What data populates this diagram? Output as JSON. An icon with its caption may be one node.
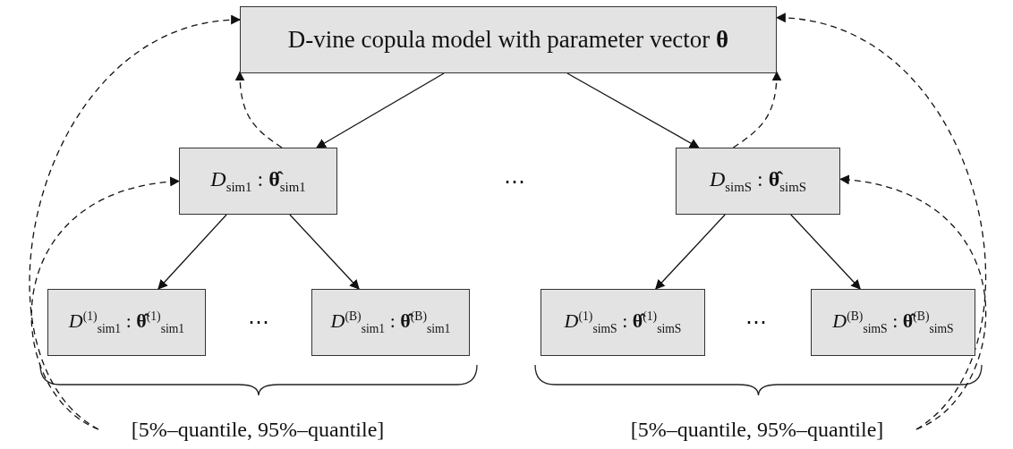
{
  "diagram": {
    "nodes": [
      {
        "text": [
          "D-vine copula model with parameter vector **θ**"
        ]
      },
      {
        "text": [
          "*D*$_{sim1}$ : **θ̂**$_{sim1}$"
        ]
      },
      {
        "text": [
          "*D*$_{simS}$ : **θ̂**$_{simS}$"
        ]
      },
      {
        "text": [
          "*D*$^{(1)}$$_{sim1}$ : **θ̂**$^{(1)}$$_{sim1}$"
        ]
      },
      {
        "text": [
          "*D*$^{(B)}$$_{sim1}$ : **θ̂**$^{(B)}$$_{sim1}$"
        ]
      },
      {
        "text": [
          "*D*$^{(1)}$$_{simS}$ : **θ̂**$^{(1)}$$_{simS}$"
        ]
      },
      {
        "text": [
          "*D*$^{(B)}$$_{simS}$ : **θ̂**$^{(B)}$$_{simS}$"
        ]
      },
      {
        "text": [
          "[5%–quantile, 95%–quantile]"
        ]
      },
      {
        "text": [
          "[5%–quantile, 95%–quantile]"
        ]
      }
    ],
    "edges": [
      {
        "from": 0,
        "to": 1,
        "arrow": "to"
      },
      {
        "from": 0,
        "to": 2,
        "arrow": "to"
      },
      {
        "from": 1,
        "to": 3,
        "arrow": "to"
      },
      {
        "from": 1,
        "to": 4,
        "arrow": "to"
      },
      {
        "from": 2,
        "to": 5,
        "arrow": "to"
      },
      {
        "from": 2,
        "to": 6,
        "arrow": "to"
      },
      {
        "from": 1,
        "to": 0,
        "arrow": "to",
        "style": "dashed"
      },
      {
        "from": 2,
        "to": 0,
        "arrow": "to",
        "style": "dashed"
      },
      {
        "from": 7,
        "to": 1,
        "arrow": "to",
        "style": "dashed"
      },
      {
        "from": 7,
        "to": 0,
        "arrow": "to",
        "style": "dashed"
      },
      {
        "from": 8,
        "to": 2,
        "arrow": "to",
        "style": "dashed"
      },
      {
        "from": 8,
        "to": 0,
        "arrow": "to",
        "style": "dashed"
      }
    ],
    "labels": [
      "⋯",
      "⋯",
      "⋯"
    ]
  }
}
